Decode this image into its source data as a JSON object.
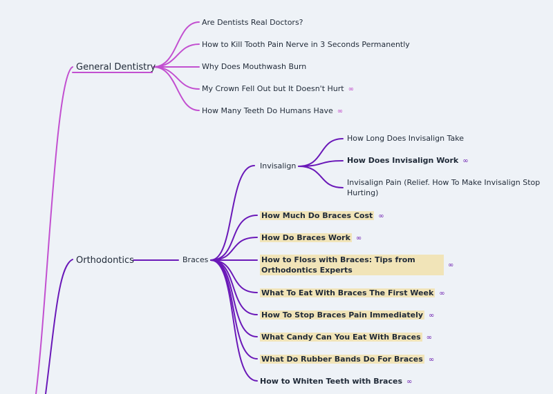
{
  "colors": {
    "general_branch": "#c24fd0",
    "ortho_branch": "#6a18b8",
    "highlight": "#f1e4b8",
    "background": "#eef2f7"
  },
  "general": {
    "label": "General Dentistry",
    "children": [
      {
        "label": "Are Dentists Real Doctors?",
        "link": false
      },
      {
        "label": "How to Kill Tooth Pain Nerve in 3 Seconds Permanently",
        "link": false
      },
      {
        "label": "Why Does Mouthwash Burn",
        "link": false
      },
      {
        "label": "My Crown Fell Out but It Doesn't Hurt",
        "link": true
      },
      {
        "label": "How Many Teeth Do Humans Have",
        "link": true
      }
    ]
  },
  "ortho": {
    "label": "Orthodontics",
    "braces": {
      "label": "Braces",
      "invisalign": {
        "label": "Invisalign",
        "children": [
          {
            "label": "How Long Does Invisalign Take",
            "link": false,
            "bold": false
          },
          {
            "label": "How Does Invisalign Work",
            "link": true,
            "bold": true
          },
          {
            "label": "Invisalign Pain (Relief. How To Make Invisalign Stop Hurting)",
            "link": false,
            "bold": false
          }
        ]
      },
      "children": [
        {
          "label": "How Much Do Braces Cost",
          "link": true,
          "highlight": true
        },
        {
          "label": "How Do Braces Work",
          "link": true,
          "highlight": true
        },
        {
          "label": "How to Floss with Braces: Tips from Orthodontics Experts",
          "link": true,
          "highlight": true
        },
        {
          "label": "What To Eat With Braces The First Week",
          "link": true,
          "highlight": true
        },
        {
          "label": "How To Stop Braces Pain Immediately",
          "link": true,
          "highlight": true
        },
        {
          "label": "What Candy Can You Eat With Braces",
          "link": true,
          "highlight": true
        },
        {
          "label": "What Do Rubber Bands Do For Braces",
          "link": true,
          "highlight": true
        },
        {
          "label": "How to Whiten Teeth with Braces",
          "link": true,
          "highlight": false
        }
      ]
    }
  },
  "icons": {
    "link": "link-icon"
  }
}
